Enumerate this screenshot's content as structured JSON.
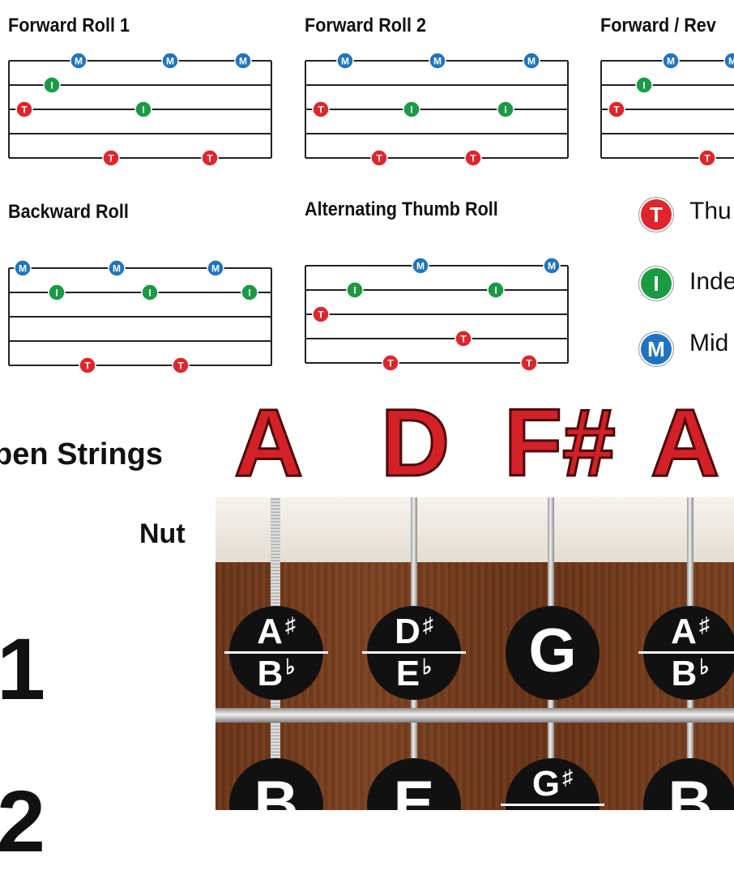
{
  "rolls": [
    {
      "title": "Forward Roll 1"
    },
    {
      "title": "Forward Roll 2"
    },
    {
      "title": "Forward / Rev"
    },
    {
      "title": "Backward Roll"
    },
    {
      "title": "Alternating Thumb Roll"
    }
  ],
  "finger_letters": {
    "thumb": "T",
    "index": "I",
    "middle": "M"
  },
  "colors": {
    "thumb": "#e0242b",
    "index": "#1a9a43",
    "middle": "#1f74bf",
    "open_note": "#d42027"
  },
  "legend": [
    {
      "letter": "T",
      "label": "Thu",
      "color": "#e0242b"
    },
    {
      "letter": "I",
      "label": "Inde",
      "color": "#1a9a43"
    },
    {
      "letter": "M",
      "label": "Mid",
      "color": "#1f74bf"
    }
  ],
  "open_strings": {
    "label": "pen Strings",
    "notes": [
      "A",
      "D",
      "F#",
      "A"
    ]
  },
  "nut_label": "Nut",
  "fret_numbers": [
    "1",
    "2"
  ],
  "fret1_notes": [
    {
      "top": "A",
      "top_acc": "♯",
      "bottom": "B",
      "bottom_acc": "♭"
    },
    {
      "top": "D",
      "top_acc": "♯",
      "bottom": "E",
      "bottom_acc": "♭"
    },
    {
      "single": "G"
    },
    {
      "top": "A",
      "top_acc": "♯",
      "bottom": "B",
      "bottom_acc": "♭"
    }
  ],
  "fret2_notes": [
    {
      "single": "B"
    },
    {
      "single": "E"
    },
    {
      "top": "G",
      "top_acc": "♯"
    },
    {
      "single": "B"
    }
  ]
}
